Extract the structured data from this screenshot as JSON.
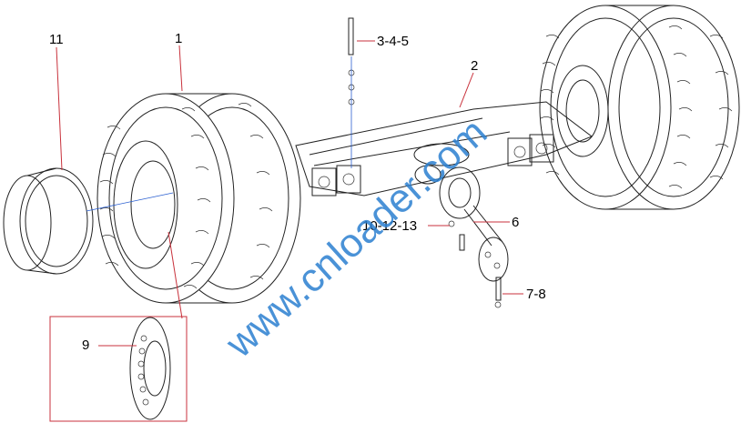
{
  "diagram": {
    "callouts": {
      "rim": "11",
      "tire": "1",
      "bolt_set": "3-4-5",
      "axle_housing": "2",
      "spindle_bolts": "10-12-13",
      "spindle": "6",
      "hub_bolts": "7-8",
      "hub_cap": "9"
    },
    "watermark": "www.cnloader.com"
  },
  "colors": {
    "leader": "#c8323c",
    "blue_line": "#2a5fd0",
    "watermark": "#2a7fd0",
    "ink": "#222222"
  }
}
